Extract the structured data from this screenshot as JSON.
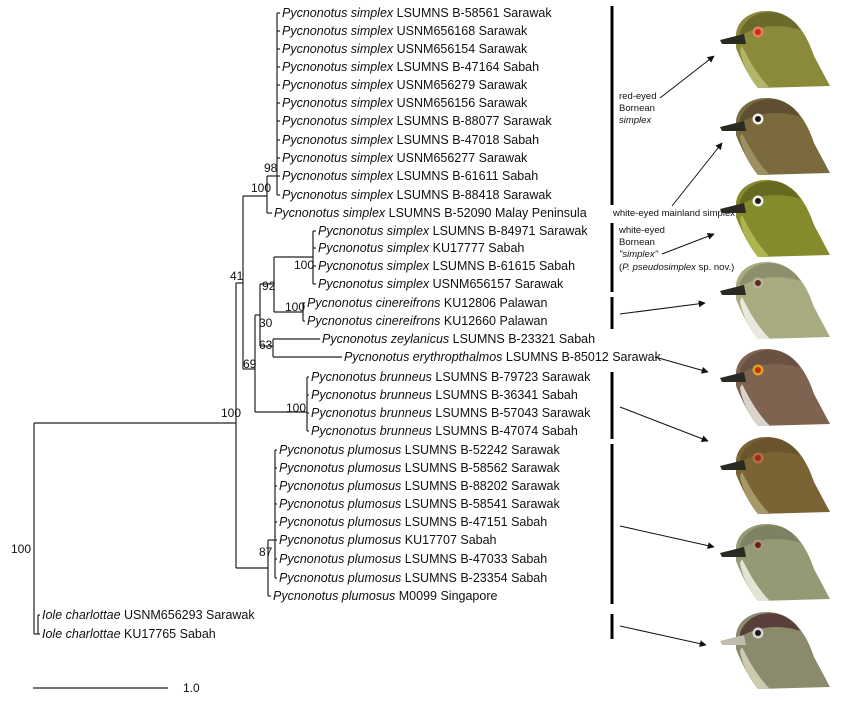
{
  "taxa": [
    {
      "genus": "Pycnonotus simplex",
      "rest": " LSUMNS B-58561 Sarawak"
    },
    {
      "genus": "Pycnonotus simplex",
      "rest": " USNM656168 Sarawak"
    },
    {
      "genus": "Pycnonotus simplex",
      "rest": " USNM656154 Sarawak"
    },
    {
      "genus": "Pycnonotus simplex",
      "rest": " LSUMNS B-47164 Sabah"
    },
    {
      "genus": "Pycnonotus simplex",
      "rest": " USNM656279 Sarawak"
    },
    {
      "genus": "Pycnonotus simplex",
      "rest": " USNM656156 Sarawak"
    },
    {
      "genus": "Pycnonotus simplex",
      "rest": " LSUMNS B-88077 Sarawak"
    },
    {
      "genus": "Pycnonotus simplex",
      "rest": " LSUMNS B-47018 Sabah"
    },
    {
      "genus": "Pycnonotus simplex",
      "rest": " USNM656277 Sarawak"
    },
    {
      "genus": "Pycnonotus simplex",
      "rest": " LSUMNS B-61611 Sabah"
    },
    {
      "genus": "Pycnonotus simplex",
      "rest": " LSUMNS B-88418 Sarawak"
    },
    {
      "genus": "Pycnonotus simplex",
      "rest": " LSUMNS B-52090 Malay Peninsula"
    },
    {
      "genus": "Pycnonotus simplex",
      "rest": " LSUMNS B-84971 Sarawak"
    },
    {
      "genus": "Pycnonotus simplex",
      "rest": " KU17777 Sabah"
    },
    {
      "genus": "Pycnonotus simplex",
      "rest": " LSUMNS B-61615 Sabah"
    },
    {
      "genus": "Pycnonotus simplex",
      "rest": " USNM656157 Sarawak"
    },
    {
      "genus": "Pycnonotus cinereifrons",
      "rest": " KU12806 Palawan"
    },
    {
      "genus": "Pycnonotus cinereifrons",
      "rest": " KU12660 Palawan"
    },
    {
      "genus": "Pycnonotus zeylanicus",
      "rest": " LSUMNS B-23321 Sabah"
    },
    {
      "genus": "Pycnonotus erythropthalmos",
      "rest": " LSUMNS B-85012 Sarawak"
    },
    {
      "genus": "Pycnonotus brunneus",
      "rest": " LSUMNS B-79723 Sarawak"
    },
    {
      "genus": "Pycnonotus brunneus",
      "rest": " LSUMNS B-36341 Sabah"
    },
    {
      "genus": "Pycnonotus brunneus",
      "rest": " LSUMNS B-57043 Sarawak"
    },
    {
      "genus": "Pycnonotus brunneus",
      "rest": " LSUMNS B-47074 Sabah"
    },
    {
      "genus": "Pycnonotus plumosus",
      "rest": " LSUMNS B-52242 Sarawak"
    },
    {
      "genus": "Pycnonotus plumosus",
      "rest": " LSUMNS B-58562 Sarawak"
    },
    {
      "genus": "Pycnonotus plumosus",
      "rest": " LSUMNS B-88202 Sarawak"
    },
    {
      "genus": "Pycnonotus plumosus",
      "rest": " LSUMNS B-58541 Sarawak"
    },
    {
      "genus": "Pycnonotus plumosus",
      "rest": " LSUMNS B-47151 Sabah"
    },
    {
      "genus": "Pycnonotus plumosus",
      "rest": " KU17707 Sabah"
    },
    {
      "genus": "Pycnonotus plumosus",
      "rest": " LSUMNS B-47033 Sabah"
    },
    {
      "genus": "Pycnonotus plumosus",
      "rest": " LSUMNS B-23354 Sabah"
    },
    {
      "genus": "Pycnonotus plumosus",
      "rest": " M0099 Singapore"
    },
    {
      "genus": "Iole charlottae",
      "rest": " USNM656293 Sarawak"
    },
    {
      "genus": "Iole charlottae",
      "rest": " KU17765 Sabah"
    }
  ],
  "support_values": [
    "98",
    "100",
    "41",
    "100",
    "92",
    "100",
    "30",
    "63",
    "69",
    "100",
    "100",
    "87",
    "100"
  ],
  "annotations": {
    "red_eyed": [
      "red-eyed",
      "Bornean",
      "simplex"
    ],
    "white_eyed_mainland": "white-eyed mainland simplex",
    "white_eyed_bornean_1": "white-eyed",
    "white_eyed_bornean_2": "Bornean",
    "white_eyed_bornean_3": "\"simplex\"",
    "white_eyed_bornean_4a": "(",
    "white_eyed_bornean_4b": "P. pseudosimplex",
    "white_eyed_bornean_4c": " sp. nov.)"
  },
  "scale_label": "1.0",
  "heads": [
    {
      "name": "red-eyed-simplex",
      "body": "#8a8a3a",
      "crown": "#6b6a2c",
      "throat": "#b4b46a",
      "eye": "#d02a1c",
      "ring": "#e08060",
      "bill": "#2a2a22"
    },
    {
      "name": "white-eyed-bornean",
      "body": "#7a6a3e",
      "crown": "#5e5030",
      "throat": "#9c8f62",
      "eye": "#1a1a1a",
      "ring": "#f2f2ea",
      "bill": "#2a2a22"
    },
    {
      "name": "white-eyed-mainland",
      "body": "#858a2c",
      "crown": "#666a20",
      "throat": "#aeb450",
      "eye": "#1a1a1a",
      "ring": "#f2f2ea",
      "bill": "#2a2a22"
    },
    {
      "name": "cinereifrons",
      "body": "#a8aa80",
      "crown": "#8c8e6c",
      "throat": "#e8e8dc",
      "eye": "#5a2a1a",
      "ring": "#b8b49a",
      "bill": "#2a2a22"
    },
    {
      "name": "erythropthalmos",
      "body": "#7e6450",
      "crown": "#6a5242",
      "throat": "#d8d4cc",
      "eye": "#c03018",
      "ring": "#e0a020",
      "bill": "#2a2a22"
    },
    {
      "name": "brunneus",
      "body": "#7a6436",
      "crown": "#6a552c",
      "throat": "#a89868",
      "eye": "#a02818",
      "ring": "#b07040",
      "bill": "#2a2a22"
    },
    {
      "name": "plumosus",
      "body": "#969a74",
      "crown": "#7e8262",
      "throat": "#e4e4d6",
      "eye": "#6a1e12",
      "ring": "#a09a80",
      "bill": "#2a2a22"
    },
    {
      "name": "iole-charlottae",
      "body": "#8c8a6c",
      "crown": "#5a3e3a",
      "throat": "#cccab0",
      "eye": "#1a1a1a",
      "ring": "#d8d8d0",
      "bill": "#c0bcae"
    }
  ]
}
